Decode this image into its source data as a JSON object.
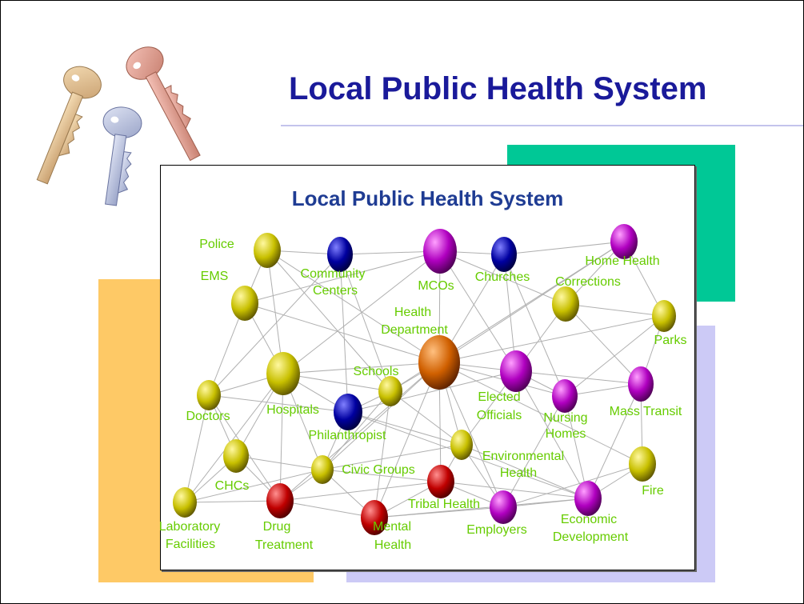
{
  "slide": {
    "title": "Local Public Health System"
  },
  "diagram": {
    "title": "Local Public Health System",
    "colors": {
      "gold": "#c8c000",
      "blue": "#0000a0",
      "purple": "#b000c0",
      "red": "#c00000",
      "orange": "#d06000",
      "label": "#66cc00",
      "edge": "#b0b0b0"
    },
    "nodes": [
      {
        "id": "police",
        "color": "gold",
        "label": [
          "Police"
        ]
      },
      {
        "id": "ems",
        "color": "gold",
        "label": [
          "EMS"
        ]
      },
      {
        "id": "community",
        "color": "blue",
        "label": [
          "Community",
          "Centers"
        ]
      },
      {
        "id": "mcos",
        "color": "purple",
        "label": [
          "MCOs"
        ]
      },
      {
        "id": "churches",
        "color": "blue",
        "label": [
          "Churches"
        ]
      },
      {
        "id": "homehealth",
        "color": "purple",
        "label": [
          "Home Health"
        ]
      },
      {
        "id": "corrections",
        "color": "gold",
        "label": [
          "Corrections"
        ]
      },
      {
        "id": "parks",
        "color": "gold",
        "label": [
          "Parks"
        ]
      },
      {
        "id": "healthdept",
        "color": "orange",
        "label": [
          "Health",
          "Department"
        ]
      },
      {
        "id": "schools",
        "color": "gold",
        "label": [
          "Schools"
        ]
      },
      {
        "id": "hospitals",
        "color": "gold",
        "label": [
          "Hospitals"
        ]
      },
      {
        "id": "doctors",
        "color": "gold",
        "label": [
          "Doctors"
        ]
      },
      {
        "id": "elected",
        "color": "purple",
        "label": [
          "Elected",
          "Officials"
        ]
      },
      {
        "id": "nursing",
        "color": "purple",
        "label": [
          "Nursing",
          "Homes"
        ]
      },
      {
        "id": "masstransit",
        "color": "purple",
        "label": [
          "Mass Transit"
        ]
      },
      {
        "id": "philanthropist",
        "color": "blue",
        "label": [
          "Philanthropist"
        ]
      },
      {
        "id": "chcs",
        "color": "gold",
        "label": [
          "CHCs"
        ]
      },
      {
        "id": "envhealth",
        "color": "gold",
        "label": [
          "Environmental",
          "Health"
        ]
      },
      {
        "id": "civic",
        "color": "gold",
        "label": [
          "Civic Groups"
        ]
      },
      {
        "id": "tribal",
        "color": "red",
        "label": [
          "Tribal Health"
        ]
      },
      {
        "id": "fire",
        "color": "gold",
        "label": [
          "Fire"
        ]
      },
      {
        "id": "lab",
        "color": "gold",
        "label": [
          "Laboratory",
          "Facilities"
        ]
      },
      {
        "id": "drug",
        "color": "red",
        "label": [
          "Drug",
          "Treatment"
        ]
      },
      {
        "id": "mental",
        "color": "red",
        "label": [
          "Mental",
          "Health"
        ]
      },
      {
        "id": "employers",
        "color": "purple",
        "label": [
          "Employers"
        ]
      },
      {
        "id": "economic",
        "color": "purple",
        "label": [
          "Economic",
          "Development"
        ]
      }
    ],
    "edges": [
      [
        "police",
        "community"
      ],
      [
        "police",
        "ems"
      ],
      [
        "police",
        "hospitals"
      ],
      [
        "police",
        "healthdept"
      ],
      [
        "police",
        "schools"
      ],
      [
        "community",
        "mcos"
      ],
      [
        "community",
        "philanthropist"
      ],
      [
        "community",
        "schools"
      ],
      [
        "community",
        "doctors"
      ],
      [
        "mcos",
        "churches"
      ],
      [
        "mcos",
        "healthdept"
      ],
      [
        "mcos",
        "hospitals"
      ],
      [
        "mcos",
        "elected"
      ],
      [
        "mcos",
        "corrections"
      ],
      [
        "churches",
        "homehealth"
      ],
      [
        "churches",
        "healthdept"
      ],
      [
        "churches",
        "nursing"
      ],
      [
        "churches",
        "elected"
      ],
      [
        "homehealth",
        "corrections"
      ],
      [
        "homehealth",
        "parks"
      ],
      [
        "homehealth",
        "healthdept"
      ],
      [
        "homehealth",
        "schools"
      ],
      [
        "corrections",
        "parks"
      ],
      [
        "corrections",
        "masstransit"
      ],
      [
        "corrections",
        "elected"
      ],
      [
        "parks",
        "healthdept"
      ],
      [
        "parks",
        "masstransit"
      ],
      [
        "parks",
        "nursing"
      ],
      [
        "ems",
        "doctors"
      ],
      [
        "ems",
        "hospitals"
      ],
      [
        "ems",
        "mcos"
      ],
      [
        "ems",
        "healthdept"
      ],
      [
        "healthdept",
        "hospitals"
      ],
      [
        "healthdept",
        "schools"
      ],
      [
        "healthdept",
        "elected"
      ],
      [
        "healthdept",
        "envhealth"
      ],
      [
        "healthdept",
        "tribal"
      ],
      [
        "healthdept",
        "civic"
      ],
      [
        "healthdept",
        "mental"
      ],
      [
        "healthdept",
        "fire"
      ],
      [
        "healthdept",
        "nursing"
      ],
      [
        "healthdept",
        "employers"
      ],
      [
        "healthdept",
        "drug"
      ],
      [
        "schools",
        "hospitals"
      ],
      [
        "schools",
        "philanthropist"
      ],
      [
        "schools",
        "civic"
      ],
      [
        "schools",
        "envhealth"
      ],
      [
        "schools",
        "mental"
      ],
      [
        "hospitals",
        "doctors"
      ],
      [
        "hospitals",
        "chcs"
      ],
      [
        "hospitals",
        "philanthropist"
      ],
      [
        "hospitals",
        "drug"
      ],
      [
        "hospitals",
        "lab"
      ],
      [
        "hospitals",
        "civic"
      ],
      [
        "doctors",
        "chcs"
      ],
      [
        "doctors",
        "lab"
      ],
      [
        "doctors",
        "philanthropist"
      ],
      [
        "doctors",
        "drug"
      ],
      [
        "elected",
        "nursing"
      ],
      [
        "elected",
        "masstransit"
      ],
      [
        "elected",
        "envhealth"
      ],
      [
        "elected",
        "economic"
      ],
      [
        "elected",
        "philanthropist"
      ],
      [
        "nursing",
        "masstransit"
      ],
      [
        "nursing",
        "economic"
      ],
      [
        "nursing",
        "employers"
      ],
      [
        "masstransit",
        "fire"
      ],
      [
        "masstransit",
        "economic"
      ],
      [
        "philanthropist",
        "envhealth"
      ],
      [
        "philanthropist",
        "civic"
      ],
      [
        "philanthropist",
        "economic"
      ],
      [
        "chcs",
        "lab"
      ],
      [
        "chcs",
        "drug"
      ],
      [
        "chcs",
        "civic"
      ],
      [
        "envhealth",
        "tribal"
      ],
      [
        "envhealth",
        "economic"
      ],
      [
        "envhealth",
        "civic"
      ],
      [
        "envhealth",
        "employers"
      ],
      [
        "civic",
        "drug"
      ],
      [
        "civic",
        "mental"
      ],
      [
        "civic",
        "tribal"
      ],
      [
        "civic",
        "lab"
      ],
      [
        "tribal",
        "mental"
      ],
      [
        "tribal",
        "employers"
      ],
      [
        "tribal",
        "economic"
      ],
      [
        "tribal",
        "drug"
      ],
      [
        "fire",
        "economic"
      ],
      [
        "fire",
        "employers"
      ],
      [
        "lab",
        "drug"
      ],
      [
        "drug",
        "mental"
      ],
      [
        "mental",
        "employers"
      ],
      [
        "employers",
        "economic"
      ],
      [
        "mental",
        "economic"
      ]
    ]
  }
}
